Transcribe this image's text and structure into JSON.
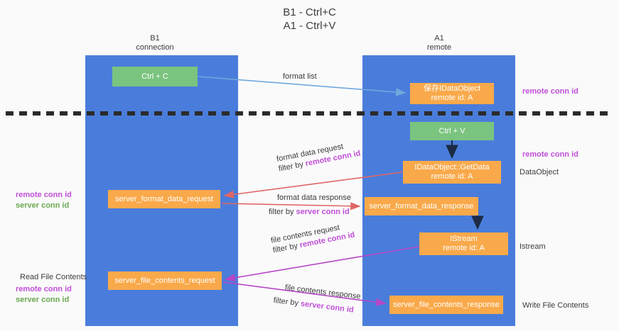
{
  "title": {
    "line1": "B1 - Ctrl+C",
    "line2": "A1 - Ctrl+V"
  },
  "lanes": [
    {
      "id": "b1",
      "name": "B1",
      "sub": "connection"
    },
    {
      "id": "a1",
      "name": "A1",
      "sub": "remote"
    }
  ],
  "nodes": {
    "ctrl_c": {
      "label": "Ctrl + C",
      "sub": ""
    },
    "idataobject": {
      "label": "保存IDataObject",
      "sub": "remote id: A"
    },
    "ctrl_v": {
      "label": "Ctrl + V",
      "sub": ""
    },
    "getdata": {
      "label": "IDataObject::GetData",
      "sub": "remote id: A"
    },
    "sfd_request": {
      "label": "server_format_data_request",
      "sub": ""
    },
    "sfd_response": {
      "label": "server_format_data_response",
      "sub": ""
    },
    "istream": {
      "label": "IStream",
      "sub": "remote id: A"
    },
    "sfc_request": {
      "label": "server_file_contents_request",
      "sub": ""
    },
    "sfc_response": {
      "label": "server_file_contents_response",
      "sub": ""
    }
  },
  "edges": {
    "format_list": {
      "line1": "format list",
      "filter_prefix": "",
      "filter_value": ""
    },
    "format_data_req": {
      "line1": "format data request",
      "filter_prefix": "filter by ",
      "filter_value": "remote conn id"
    },
    "format_data_res": {
      "line1": "format data response",
      "filter_prefix": "filter by ",
      "filter_value": "server conn id"
    },
    "file_contents_req": {
      "line1": "file contents request",
      "filter_prefix": "filter by ",
      "filter_value": "remote conn id"
    },
    "file_contents_res": {
      "line1": "file contents response",
      "filter_prefix": "filter by ",
      "filter_value": "server conn id"
    }
  },
  "side_labels": {
    "left_pair_top": {
      "remote": "remote conn id",
      "server": "server conn id"
    },
    "left_read": "Read File Contents",
    "left_pair_bottom": {
      "remote": "remote conn id",
      "server": "server conn id"
    },
    "right_remote_1": "remote conn id",
    "right_remote_2": "remote conn id",
    "right_dataobject": "DataObject",
    "right_istream": "Istream",
    "right_write": "Write File Contents"
  },
  "colors": {
    "lane": "#4a7ddb",
    "green": "#7bc47f",
    "orange": "#f9a94a",
    "remote_conn": "#c04ed8",
    "server_conn": "#6aa84f",
    "arrow_blue": "#6fa8dc",
    "arrow_red": "#e06666",
    "arrow_purple": "#b645c7",
    "arrow_dark": "#1c2b45",
    "separator": "#2b2b2b"
  }
}
